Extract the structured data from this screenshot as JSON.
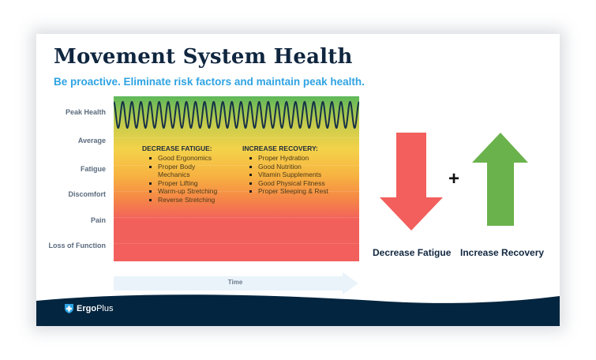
{
  "title": "Movement System Health",
  "subtitle": "Be proactive. Eliminate risk factors and maintain peak health.",
  "y_levels": [
    "Peak Health",
    "Average",
    "Fatigue",
    "Discomfort",
    "Pain",
    "Loss of Function"
  ],
  "x_axis_label": "Time",
  "wave": {
    "cycles": 27,
    "color": "#163148"
  },
  "gradient_colors": [
    "#5cb85a",
    "#f4d24a",
    "#f7b341",
    "#f58746",
    "#f25f5c"
  ],
  "decrease_fatigue": {
    "heading": "DECREASE FATIGUE:",
    "items": [
      "Good Ergonomics",
      "Proper Body Mechanics",
      "Proper Lifting",
      "Warm-up Stretching",
      "Reverse Stretching"
    ]
  },
  "increase_recovery": {
    "heading": "INCREASE RECOVERY:",
    "items": [
      "Proper Hydration",
      "Good Nutrition",
      "Vitamin Supplements",
      "Good Physical Fitness",
      "Proper Sleeping & Rest"
    ]
  },
  "arrows": {
    "down": {
      "caption": "Decrease Fatigue",
      "color": "#f25f5c",
      "direction": "down"
    },
    "plus": "+",
    "up": {
      "caption": "Increase Recovery",
      "color": "#6ab24c",
      "direction": "up"
    }
  },
  "footer": {
    "brand_bold": "Ergo",
    "brand_light": "Plus",
    "bg_color": "#04253f"
  },
  "colors": {
    "title": "#10263f",
    "subtitle": "#2ea3e3",
    "time_arrow": "#eaf3fa"
  }
}
